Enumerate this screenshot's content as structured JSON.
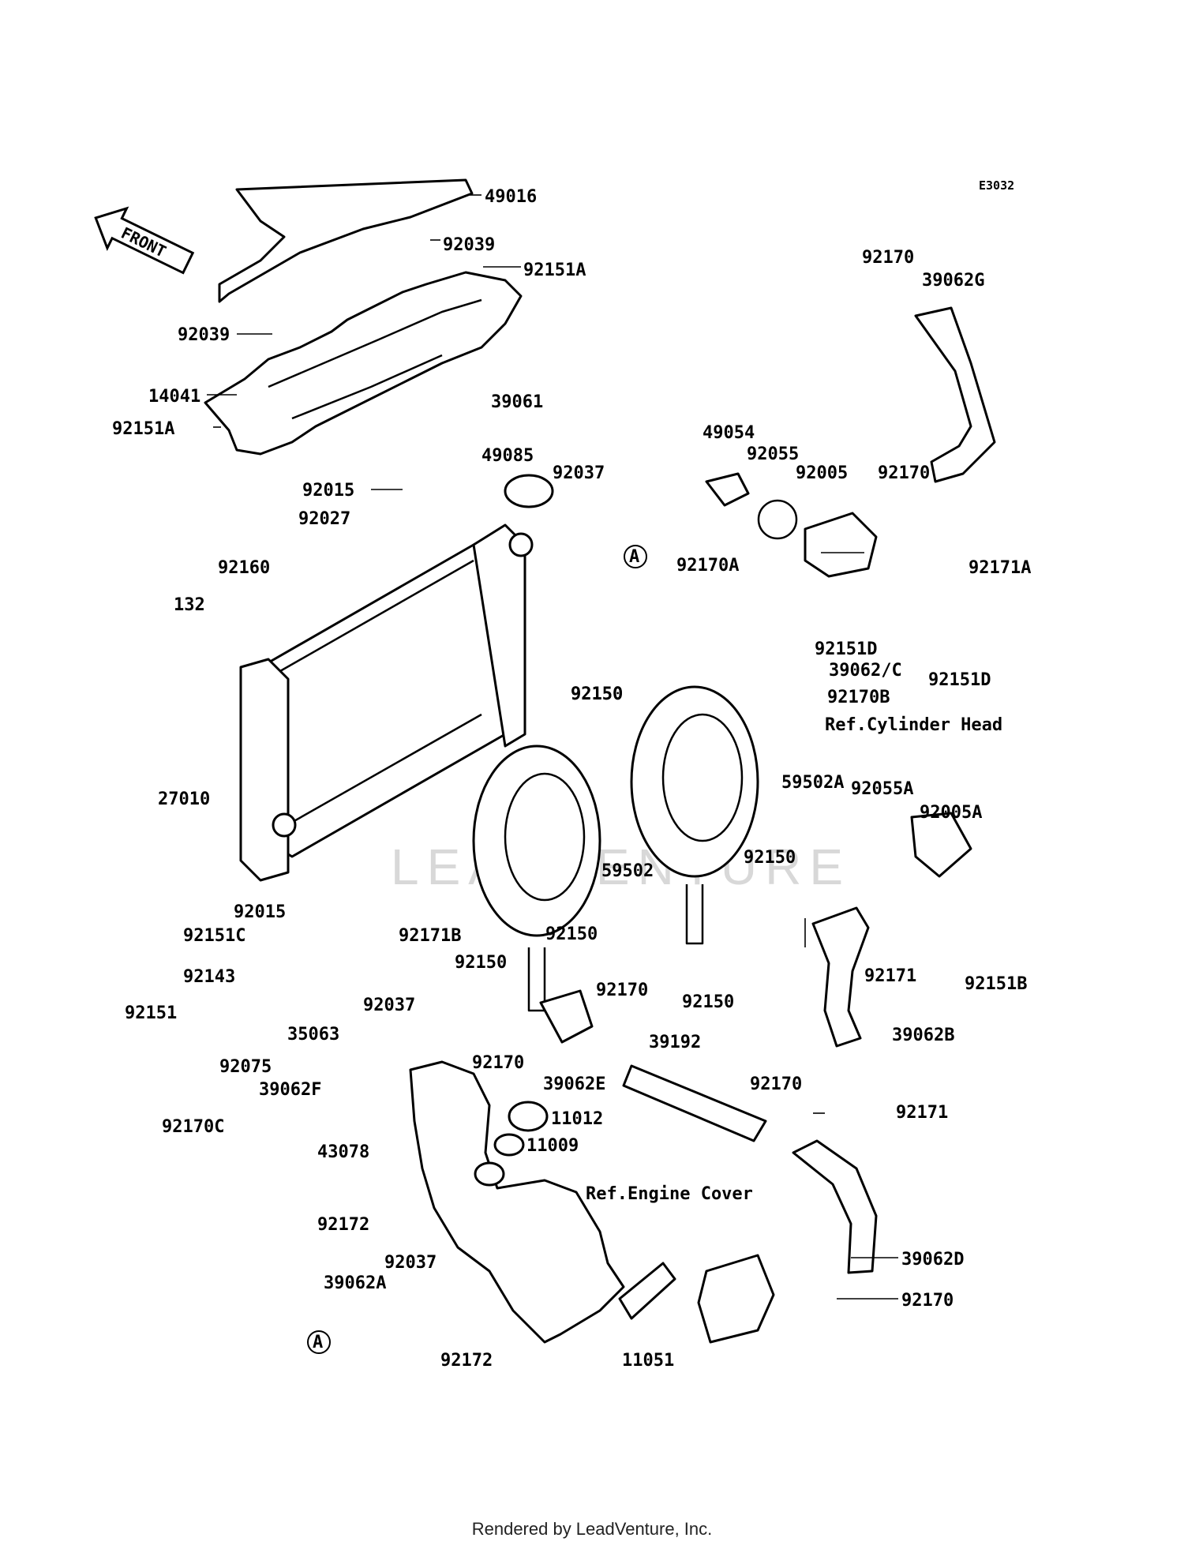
{
  "diagram_code": "E3032",
  "front_label": "FRONT",
  "watermark": "LEADVENTURE",
  "footer": "Rendered by LeadVenture, Inc.",
  "callout_A": "A",
  "references": [
    "Ref.Cylinder Head",
    "Ref.Engine Cover"
  ],
  "labels": [
    "49016",
    "92039",
    "92151A",
    "92039",
    "14041",
    "92151A",
    "39061",
    "49085",
    "92037",
    "92015",
    "92027",
    "92160",
    "132",
    "92150",
    "27010",
    "92015",
    "92171B",
    "92150",
    "92151C",
    "92143",
    "92151",
    "92075",
    "35063",
    "92037",
    "92170C",
    "39062F",
    "92170",
    "39062E",
    "92170",
    "59502",
    "92150",
    "92150",
    "59502A",
    "92150",
    "92150",
    "92170",
    "39062G",
    "49054",
    "92055",
    "92005",
    "92170",
    "92171A",
    "92170A",
    "92151D",
    "92151D",
    "39062/C",
    "92170B",
    "92055A",
    "92005A",
    "92171",
    "92151B",
    "39062B",
    "92171",
    "39192",
    "92170",
    "39062D",
    "92170",
    "11012",
    "11009",
    "43078",
    "92172",
    "92037",
    "39062A",
    "11051",
    "92172"
  ]
}
